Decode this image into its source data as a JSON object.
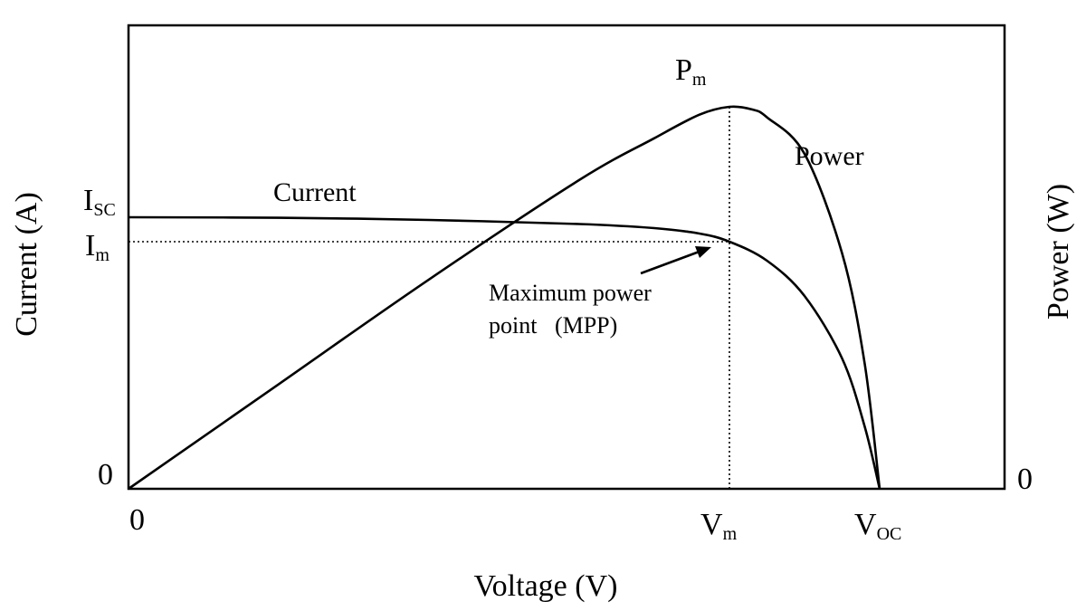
{
  "chart_data": {
    "type": "line",
    "xlabel": "Voltage (V)",
    "ylabel_left": "Current (A)",
    "ylabel_right": "Power (W)",
    "x_ticks": [
      {
        "main": "0",
        "sub": ""
      },
      {
        "main": "V",
        "sub": "m"
      },
      {
        "main": "V",
        "sub": "OC"
      }
    ],
    "y_left_ticks": [
      {
        "main": "I",
        "sub": "SC"
      },
      {
        "main": "I",
        "sub": "m"
      },
      {
        "main": "0",
        "sub": ""
      }
    ],
    "y_right_ticks": [
      {
        "main": "0",
        "sub": ""
      }
    ],
    "peak_label": {
      "main": "P",
      "sub": "m"
    },
    "annotation": {
      "line1": "Maximum power",
      "line2": "point   (MPP)"
    },
    "xlim": [
      0,
      1.2
    ],
    "ylim_current": [
      0,
      1.0
    ],
    "ylim_power": [
      0,
      0.92
    ],
    "mpp": {
      "v": 0.8,
      "i": 0.91,
      "p": 0.73
    },
    "series": [
      {
        "name": "Current",
        "points": [
          [
            0,
            1.0
          ],
          [
            0.2,
            0.998
          ],
          [
            0.4,
            0.99
          ],
          [
            0.6,
            0.975
          ],
          [
            0.7,
            0.96
          ],
          [
            0.76,
            0.94
          ],
          [
            0.8,
            0.91
          ],
          [
            0.85,
            0.84
          ],
          [
            0.9,
            0.71
          ],
          [
            0.95,
            0.48
          ],
          [
            0.98,
            0.23
          ],
          [
            1.0,
            0.0
          ]
        ]
      },
      {
        "name": "Power",
        "points": [
          [
            0,
            0
          ],
          [
            0.2,
            0.2
          ],
          [
            0.4,
            0.4
          ],
          [
            0.6,
            0.59
          ],
          [
            0.7,
            0.67
          ],
          [
            0.76,
            0.715
          ],
          [
            0.8,
            0.73
          ],
          [
            0.83,
            0.725
          ],
          [
            0.85,
            0.71
          ],
          [
            0.9,
            0.64
          ],
          [
            0.95,
            0.45
          ],
          [
            0.98,
            0.24
          ],
          [
            1.0,
            0.0
          ]
        ]
      }
    ]
  }
}
